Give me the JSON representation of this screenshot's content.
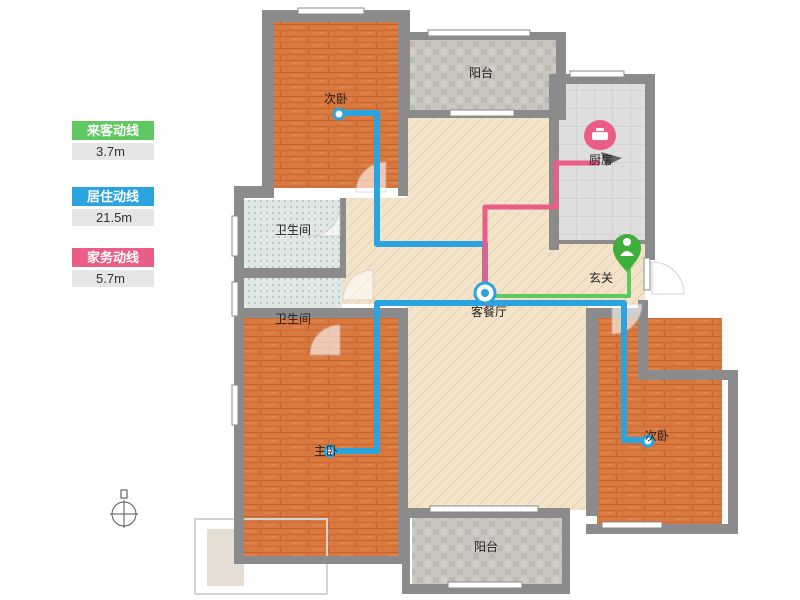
{
  "legend": {
    "guest": {
      "label": "来客动线",
      "value": "3.7m",
      "color": "#5fc860"
    },
    "living": {
      "label": "居住动线",
      "value": "21.5m",
      "color": "#2aa3df"
    },
    "chores": {
      "label": "家务动线",
      "value": "5.7m",
      "color": "#ea5d86"
    }
  },
  "rooms": {
    "bedroom_top": "次卧",
    "balcony_top": "阳台",
    "kitchen": "厨房",
    "bathroom_1": "卫生间",
    "bathroom_2": "卫生间",
    "entrance": "玄关",
    "living_dining": "客餐厅",
    "bedroom_right": "次卧",
    "master_bedroom": "主卧",
    "balcony_bottom": "阳台"
  },
  "icons": {
    "kitchen": "cooking-pot-icon",
    "entrance": "person-location-pin-icon",
    "hub": "circle-node-icon",
    "compass": "north-compass-icon"
  },
  "colors": {
    "wall": "#8b8b8b",
    "wood_floor": "#d9783f",
    "tile_floor": "#f3e4c9",
    "balcony_floor": "#c8c4be",
    "bath_floor": "#d2ddd8",
    "kitchen_floor": "#d8d8d8"
  }
}
